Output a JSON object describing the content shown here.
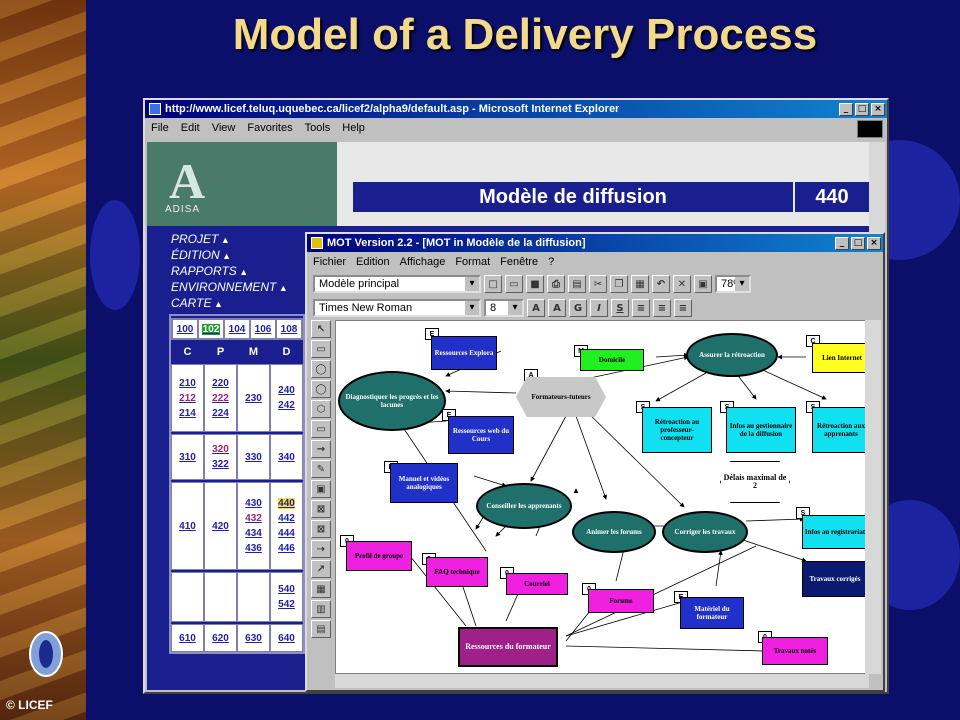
{
  "slide": {
    "title": "Model of a Delivery Process",
    "copyright": "© LICEF"
  },
  "ie": {
    "title": "http://www.licef.teluq.uquebec.ca/licef2/alpha9/default.asp - Microsoft Internet Explorer",
    "menu": [
      "File",
      "Edit",
      "View",
      "Favorites",
      "Tools",
      "Help"
    ],
    "logo_text": "ADISA",
    "banner": "Modèle de diffusion",
    "banner_number": "440",
    "nav": [
      "PROJET",
      "ÉDITION",
      "RAPPORTS",
      "ENVIRONNEMENT",
      "CARTE"
    ],
    "grid_top": [
      "100",
      "102",
      "104",
      "106",
      "108"
    ],
    "grid_headers": [
      "C",
      "P",
      "M",
      "D"
    ]
  },
  "mot": {
    "title": "MOT Version 2.2 - [MOT in Modèle de la diffusion]",
    "menu": [
      "Fichier",
      "Edition",
      "Affichage",
      "Format",
      "Fenêtre",
      "?"
    ],
    "model_select": "Modèle principal",
    "zoom": "78%",
    "font_select": "Times New Roman",
    "size_select": "8",
    "format_buttons": [
      "G",
      "I",
      "S"
    ],
    "nodes": {
      "ressources_explora": "Ressources Explora",
      "domicile": "Domicile",
      "assurer": "Assurer la rétroaction",
      "lien_internet": "Lien Internet",
      "diagnostiquer": "Diagnostiquer les progrès et les lacunes",
      "formateurs": "Formateurs-tuteurs",
      "ressources_web": "Ressources web du Cours",
      "retro_prof": "Rétroaction au professeur-concepteur",
      "infos_gest": "Infos au gestionnaire de la diffusion",
      "retro_app": "Rétroaction aux apprenants",
      "manuel": "Manuel et vidéos analogiques",
      "delais": "Délais maximal de 2",
      "conseiller": "Conseiller les apprenants",
      "animer": "Animer les forums",
      "corriger": "Corriger les travaux",
      "infos_reg": "Infos au registrariat",
      "profil": "Profil de groupe",
      "faq": "FAQ technique",
      "courriel": "Courriel",
      "travaux_corr": "Travaux corrigés",
      "forums": "Forums",
      "materiel": "Matériel du formateur",
      "ressources_form": "Ressources du formateur",
      "travaux_notes": "Travaux notés"
    }
  }
}
